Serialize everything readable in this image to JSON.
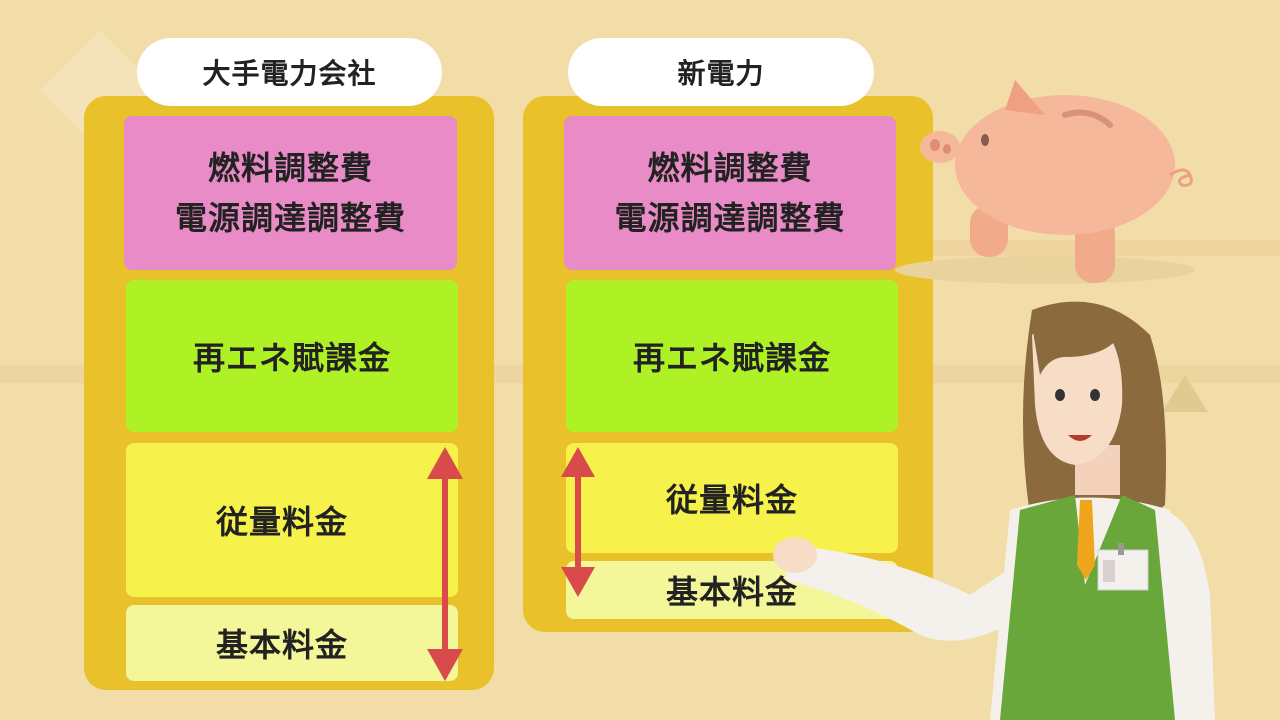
{
  "columns": [
    {
      "header": "大手電力会社",
      "fuel_adjustment": [
        "燃料調整費",
        "電源調達調整費"
      ],
      "renewable_levy": "再エネ賦課金",
      "usage_charge": "従量料金",
      "base_charge": "基本料金"
    },
    {
      "header": "新電力",
      "fuel_adjustment": [
        "燃料調整費",
        "電源調達調整費"
      ],
      "renewable_levy": "再エネ賦課金",
      "usage_charge": "従量料金",
      "base_charge": "基本料金"
    }
  ],
  "colors": {
    "background": "#f2dda9",
    "column": "#e9c22b",
    "fuel_box": "#e98bc6",
    "renewable_box": "#aef225",
    "usage_box": "#f7f24b",
    "base_box": "#f3f699",
    "arrow": "#d94a4a"
  },
  "illustrations": [
    "piggy-bank",
    "presenter-woman"
  ]
}
